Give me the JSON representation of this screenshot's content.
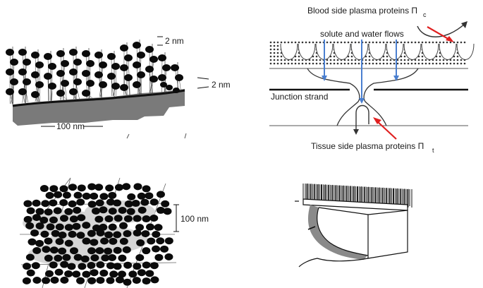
{
  "panel_a": {
    "scale_top": "2 nm",
    "scale_right": "2 nm",
    "scale_bottom": "100 nm"
  },
  "panel_b": {
    "blood_side_label": "Blood side plasma proteins Π",
    "blood_side_sub": "c",
    "flows_label": "solute and water flows",
    "junction_label": "Junction strand",
    "tissue_side_label": "Tissue side plasma proteins Π",
    "tissue_side_sub": "t",
    "arrow_color": "#e02020",
    "flow_color": "#4a7fd0"
  },
  "panel_c": {
    "scale_label": "100 nm"
  }
}
